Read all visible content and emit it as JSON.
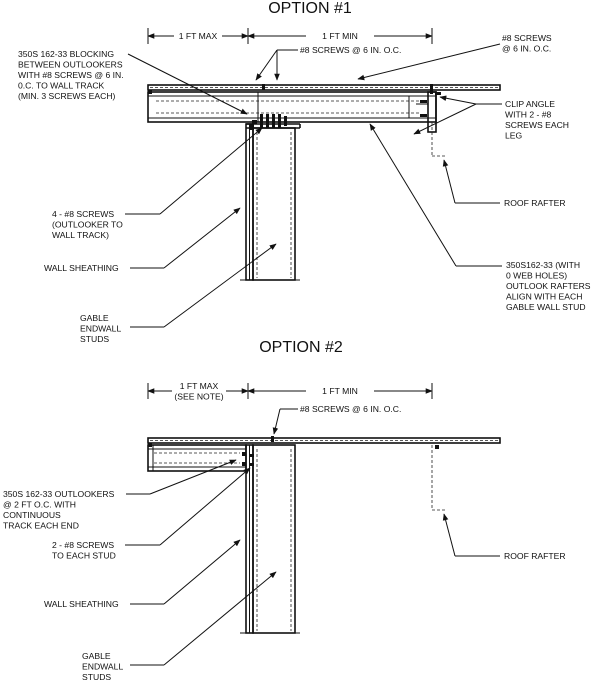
{
  "option1": {
    "title": "OPTION #1",
    "dim_left": "1 FT MAX",
    "dim_right": "1 FT MIN",
    "callouts": {
      "blocking": [
        "350S 162-33 BLOCKING",
        "BETWEEN OUTLOOKERS",
        "WITH #8 SCREWS @ 6 IN.",
        "0.C. TO WALL TRACK",
        "(MIN. 3 SCREWS EACH)"
      ],
      "screws_mid": [
        "#8 SCREWS @ 6 IN. O.C."
      ],
      "screws_right": [
        "#8 SCREWS",
        "@ 6 IN. O.C."
      ],
      "clip_angle": [
        "CLIP ANGLE",
        "WITH 2 - #8",
        "SCREWS EACH",
        "LEG"
      ],
      "roof_rafter": [
        "ROOF RAFTER"
      ],
      "four_screws": [
        "4 - #8 SCREWS",
        "(OUTLOOKER TO",
        "WALL TRACK)"
      ],
      "wall_sheathing": [
        "WALL SHEATHING"
      ],
      "outlook_rafters": [
        "350S162-33 (WITH",
        "0 WEB HOLES)",
        "OUTLOOK RAFTERS",
        "ALIGN WITH EACH",
        "GABLE WALL STUD"
      ],
      "gable_studs": [
        "GABLE",
        "ENDWALL",
        "STUDS"
      ]
    }
  },
  "option2": {
    "title": "OPTION #2",
    "dim_left": [
      "1 FT MAX",
      "(SEE NOTE)"
    ],
    "dim_right": "1 FT MIN",
    "callouts": {
      "screws_top": [
        "#8 SCREWS @ 6 IN. O.C."
      ],
      "outlookers": [
        "350S 162-33 OUTLOOKERS",
        "@ 2 FT O.C. WITH",
        "CONTINUOUS",
        "TRACK EACH END"
      ],
      "two_screws": [
        "2 - #8 SCREWS",
        "TO EACH STUD"
      ],
      "roof_rafter": [
        "ROOF RAFTER"
      ],
      "wall_sheathing": [
        "WALL SHEATHING"
      ],
      "gable_studs": [
        "GABLE",
        "ENDWALL",
        "STUDS"
      ]
    }
  },
  "colors": {
    "ink": "#111111",
    "background": "#ffffff"
  }
}
